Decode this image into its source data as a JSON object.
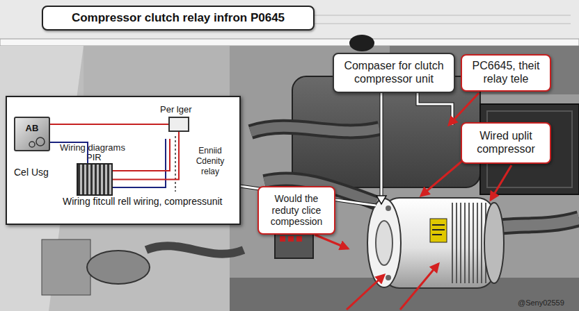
{
  "diagram": {
    "title": "Compressor clutch relay infron P0645",
    "nodes": [
      {
        "text": [
          "Compaser for clutch compressor unit"
        ]
      },
      {
        "text": [
          "PC6645, theit relay tele"
        ]
      },
      {
        "text": [
          "Wiring fitcull rell wiring, compressunit"
        ]
      },
      {
        "text": [
          "AB",
          "Cel Usg"
        ],
        "in": 2
      },
      {
        "text": [
          "PIR"
        ],
        "in": 2
      },
      {
        "text": [
          "Per lger"
        ],
        "in": 2
      },
      {
        "text": [
          "Wired uplit compressor"
        ]
      },
      {
        "text": [
          "Would the reduty clice compession"
        ]
      }
    ],
    "edges": [
      {
        "from": 3,
        "to": 4,
        "arrow": "none"
      },
      {
        "from": 4,
        "to": 5,
        "arrow": "none"
      },
      {
        "from": 3,
        "to": 5,
        "arrow": "none"
      }
    ],
    "labels": [
      "Wiring diagrams",
      "Enniid Cdenity relay",
      "@Seny02559"
    ]
  }
}
